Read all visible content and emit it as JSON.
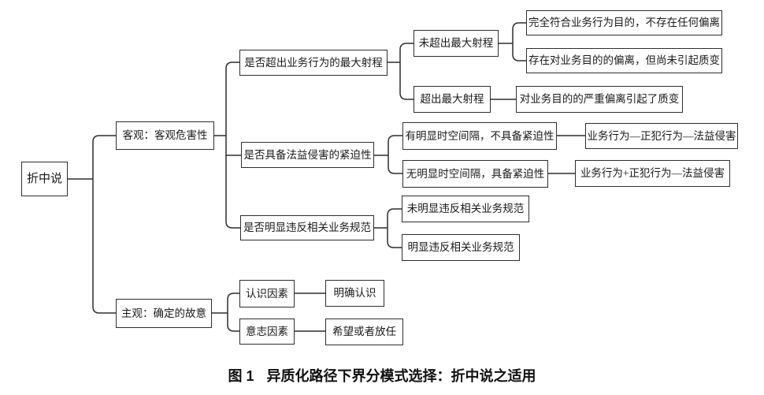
{
  "figure": {
    "caption": {
      "label": "图 1",
      "title": "异质化路径下界分模式选择：折中说之适用"
    },
    "colors": {
      "background": "#ffffff",
      "line": "#2e2e2e",
      "box_border": "#2e2e2e",
      "text": "#1a1a1a"
    },
    "nodes": {
      "root": "折中说",
      "objective": "客观：客观危害性",
      "subjective": "主观：确定的故意",
      "q_range": "是否超出业务行为的最大射程",
      "q_urgency": "是否具备法益侵害的紧迫性",
      "q_norms": "是否明显违反相关业务规范",
      "not_exceed_range": "未超出最大射程",
      "exceed_range": "超出最大射程",
      "fully_conform": "完全符合业务行为目的，不存在任何偏离",
      "deviation_no_change": "存在对业务目的的偏离，但尚未引起质变",
      "serious_deviation": "对业务目的的严重偏离引起了质变",
      "gap_no_urgency": "有明显时空间隔，不具备紧迫性",
      "no_gap_urgency": "无明显时空间隔，具备紧迫性",
      "chain_separate": "业务行为—正犯行为—法益侵害",
      "chain_combined": "业务行为+正犯行为—法益侵害",
      "not_violate_norms": "未明显违反相关业务规范",
      "violate_norms": "明显违反相关业务规范",
      "cognition_factor": "认识因素",
      "will_factor": "意志因素",
      "clear_cognition": "明确认识",
      "hope_or_allow": "希望或者放任"
    }
  }
}
